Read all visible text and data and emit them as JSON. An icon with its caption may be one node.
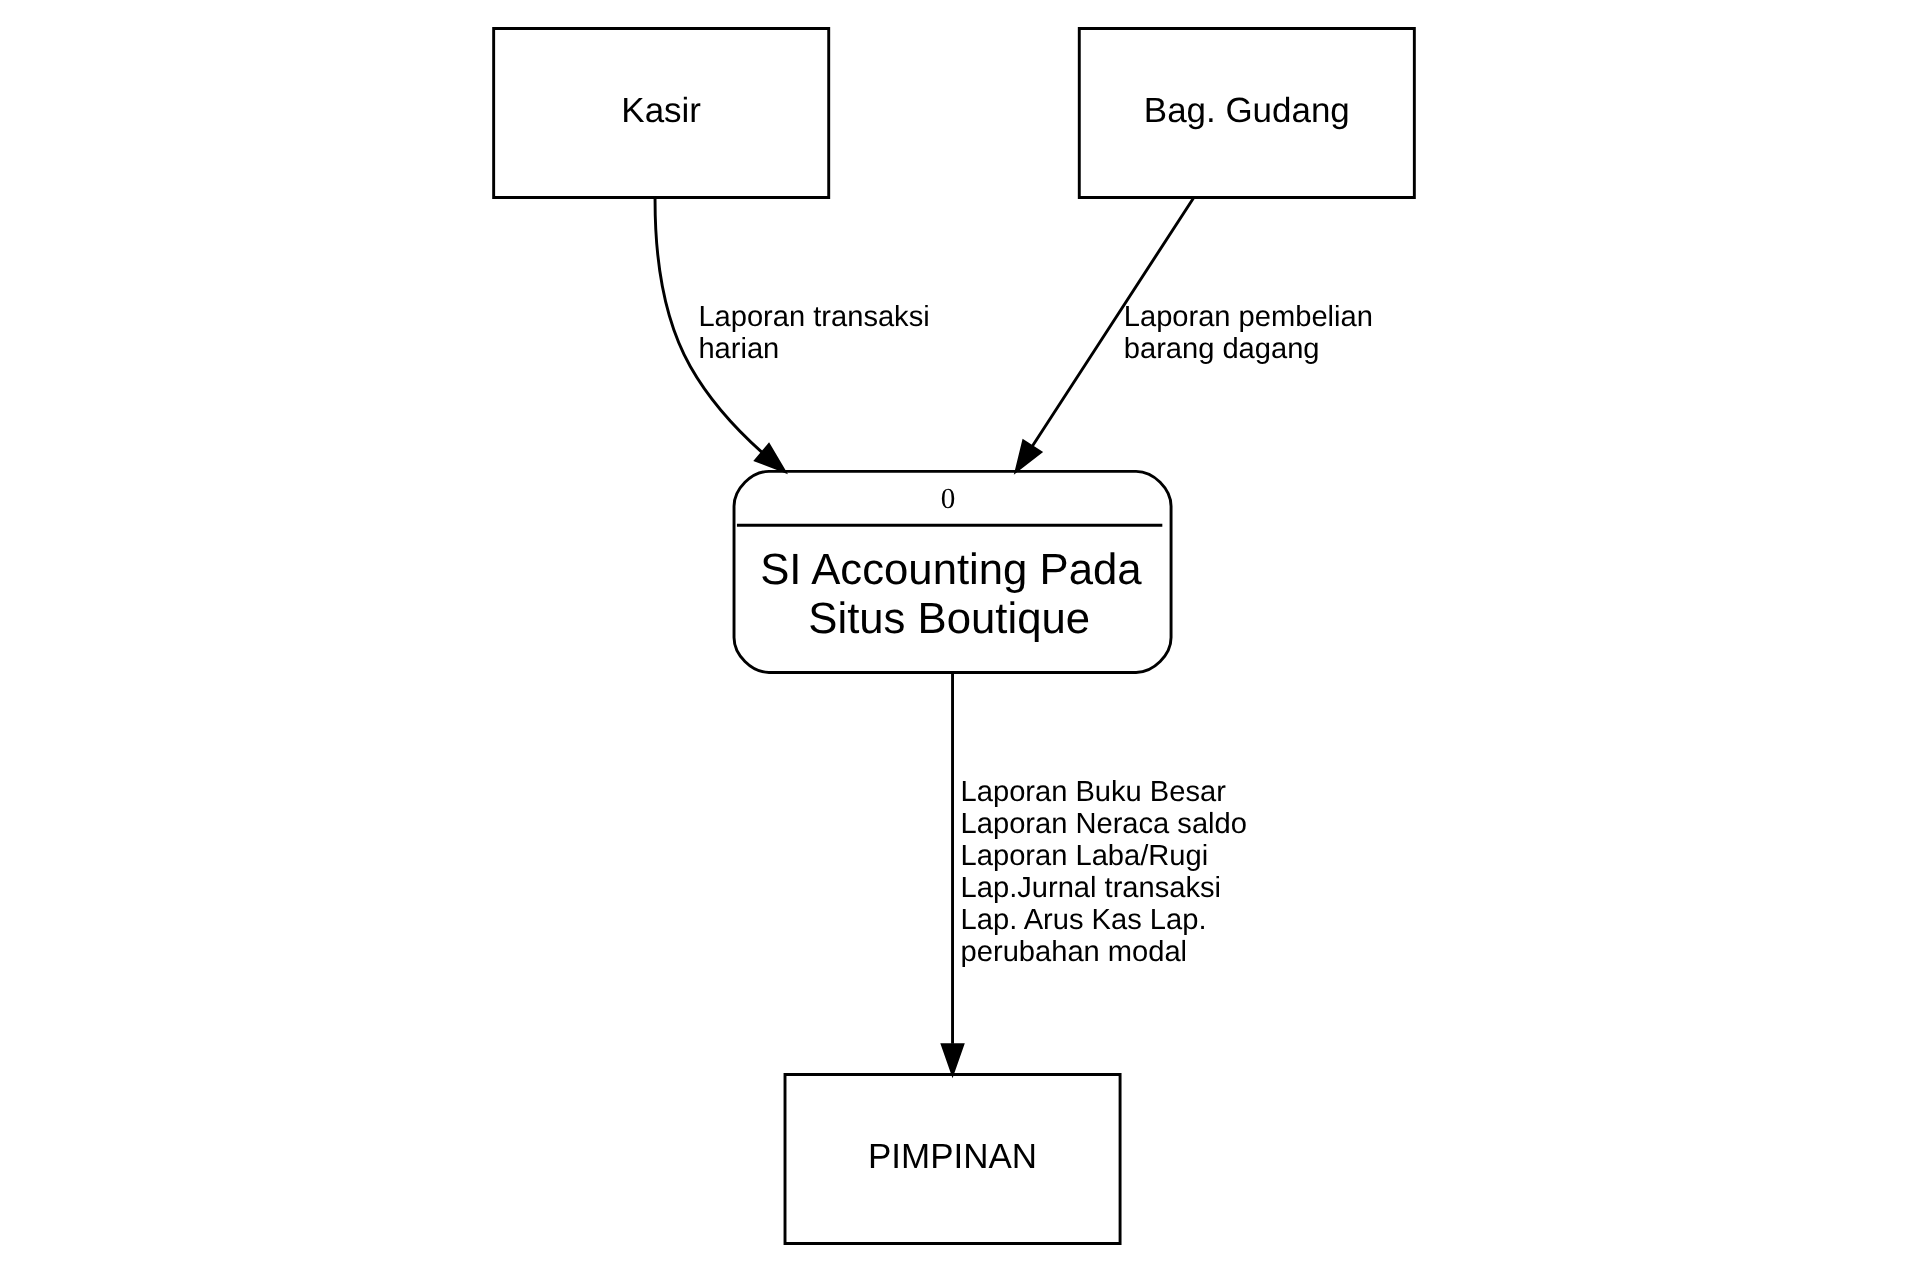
{
  "diagram": {
    "nodes": [
      {
        "text": [
          "Kasir"
        ]
      },
      {
        "text": [
          "Bag. Gudang"
        ]
      },
      {
        "text": [
          "0",
          "SI Accounting Pada Situs Boutique"
        ]
      },
      {
        "text": [
          "PIMPINAN"
        ]
      }
    ],
    "edges": [
      {
        "from": 0,
        "to": 2,
        "arrow": "to",
        "label": "Laporan transaksi harian"
      },
      {
        "from": 1,
        "to": 2,
        "arrow": "to",
        "label": "Laporan pembelian barang dagang"
      },
      {
        "from": 2,
        "to": 3,
        "arrow": "to",
        "label": "Laporan Buku Besar Laporan Neraca saldo Laporan Laba/Rugi Lap.Jurnal transaksi Lap. Arus Kas Lap. perubahan modal"
      }
    ]
  }
}
